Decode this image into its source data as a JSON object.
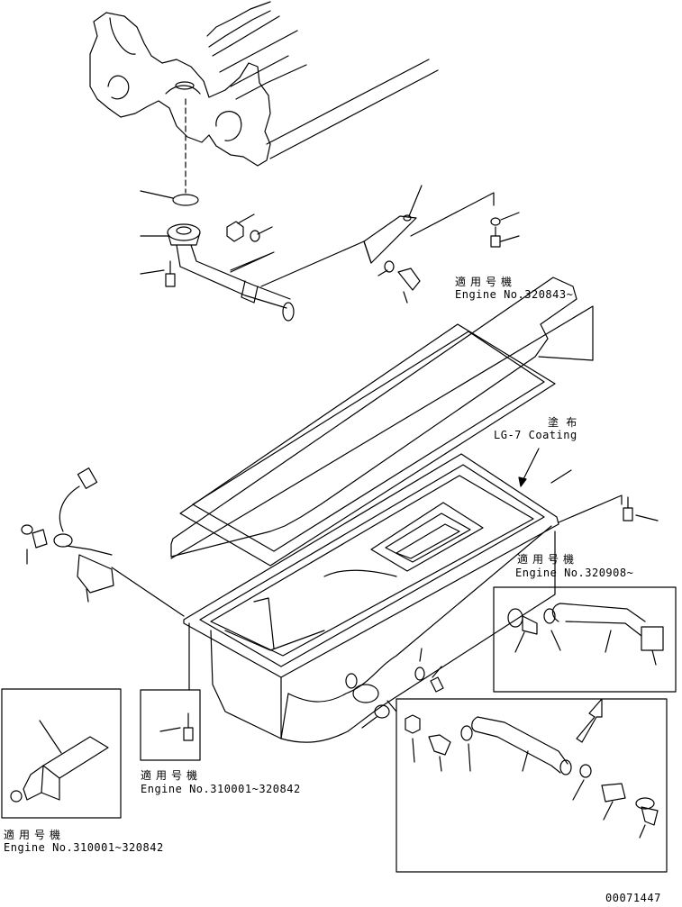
{
  "labels": {
    "applicable_jp": "適用号機",
    "engine_320843": "Engine No.320843~",
    "coating_jp": "塗 布",
    "coating_en": "LG-7 Coating",
    "engine_320908": "Engine No.320908~",
    "engine_310001_a": "Engine No.310001~320842",
    "engine_310001_b": "Engine No.310001~320842",
    "part_number": "00071447"
  }
}
